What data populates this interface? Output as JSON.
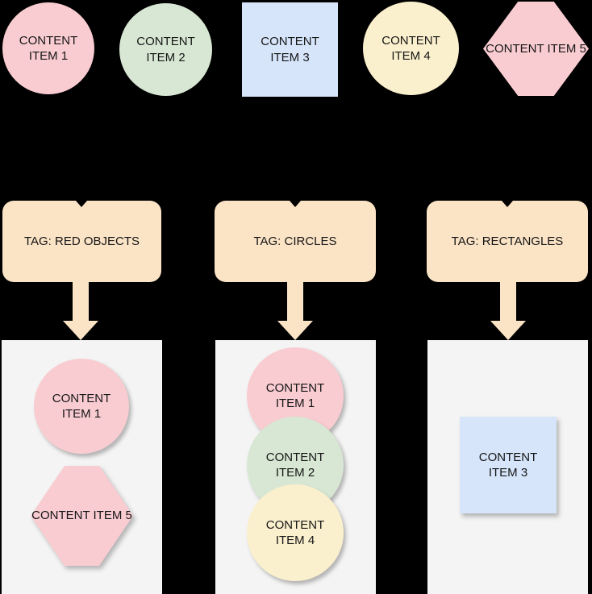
{
  "diagram": {
    "background": "#000000",
    "text_color": "#161616",
    "arrow_color": "#fbe3c6",
    "edge_color": "#000000",
    "container_fill": "#f4f4f4",
    "top_items": [
      {
        "label": "CONTENT ITEM 1",
        "shape": "circle",
        "fill": "#f9ccd1"
      },
      {
        "label": "CONTENT ITEM 2",
        "shape": "circle",
        "fill": "#d7e7d3"
      },
      {
        "label": "CONTENT ITEM 3",
        "shape": "rectangle",
        "fill": "#d6e5fa"
      },
      {
        "label": "CONTENT ITEM 4",
        "shape": "circle",
        "fill": "#fbf0cd"
      },
      {
        "label": "CONTENT ITEM 5",
        "shape": "hexagon",
        "fill": "#f9ccd1"
      }
    ],
    "tags": [
      {
        "label": "TAG: RED OBJECTS",
        "fill": "#fbe3c6"
      },
      {
        "label": "TAG: CIRCLES",
        "fill": "#fbe3c6"
      },
      {
        "label": "TAG: RECTANGLES",
        "fill": "#fbe3c6"
      }
    ],
    "groups": [
      {
        "tag": "TAG: RED OBJECTS",
        "items": [
          {
            "label": "CONTENT ITEM 1",
            "shape": "circle",
            "fill": "#f9ccd1"
          },
          {
            "label": "CONTENT ITEM 5",
            "shape": "hexagon",
            "fill": "#f9ccd1"
          }
        ]
      },
      {
        "tag": "TAG: CIRCLES",
        "items": [
          {
            "label": "CONTENT ITEM 1",
            "shape": "circle",
            "fill": "#f9ccd1"
          },
          {
            "label": "CONTENT ITEM 2",
            "shape": "circle",
            "fill": "#d7e7d3"
          },
          {
            "label": "CONTENT ITEM 4",
            "shape": "circle",
            "fill": "#fbf0cd"
          }
        ]
      },
      {
        "tag": "TAG: RECTANGLES",
        "items": [
          {
            "label": "CONTENT ITEM 3",
            "shape": "rectangle",
            "fill": "#d6e5fa"
          }
        ]
      }
    ]
  }
}
